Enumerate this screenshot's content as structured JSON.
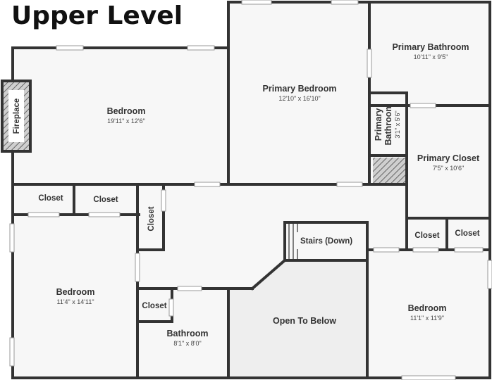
{
  "title": "Upper Level",
  "rooms": {
    "bedroom1": {
      "name": "Bedroom",
      "dims": "19'11\" x 12'6\""
    },
    "primary_bedroom": {
      "name": "Primary Bedroom",
      "dims": "12'10\" x 16'10\""
    },
    "primary_bathroom": {
      "name": "Primary Bathroom",
      "dims": "10'11\" x 9'5\""
    },
    "primary_bathroom_small": {
      "line1": "Primary",
      "line2": "Bathroom",
      "dims": "3'1\" x 5'6\""
    },
    "primary_closet": {
      "name": "Primary Closet",
      "dims": "7'5\" x 10'6\""
    },
    "fireplace": {
      "name": "Fireplace"
    },
    "closet_a": {
      "name": "Closet"
    },
    "closet_b": {
      "name": "Closet"
    },
    "closet_hall": {
      "name": "Closet"
    },
    "closet_c": {
      "name": "Closet"
    },
    "closet_d": {
      "name": "Closet"
    },
    "closet_bath": {
      "name": "Closet"
    },
    "stairs": {
      "name": "Stairs (Down)"
    },
    "bedroom2": {
      "name": "Bedroom",
      "dims": "11'4\" x 14'11\""
    },
    "bathroom": {
      "name": "Bathroom",
      "dims": "8'1\" x 8'0\""
    },
    "open_below": {
      "name": "Open To Below"
    },
    "bedroom3": {
      "name": "Bedroom",
      "dims": "11'1\" x 11'9\""
    }
  }
}
